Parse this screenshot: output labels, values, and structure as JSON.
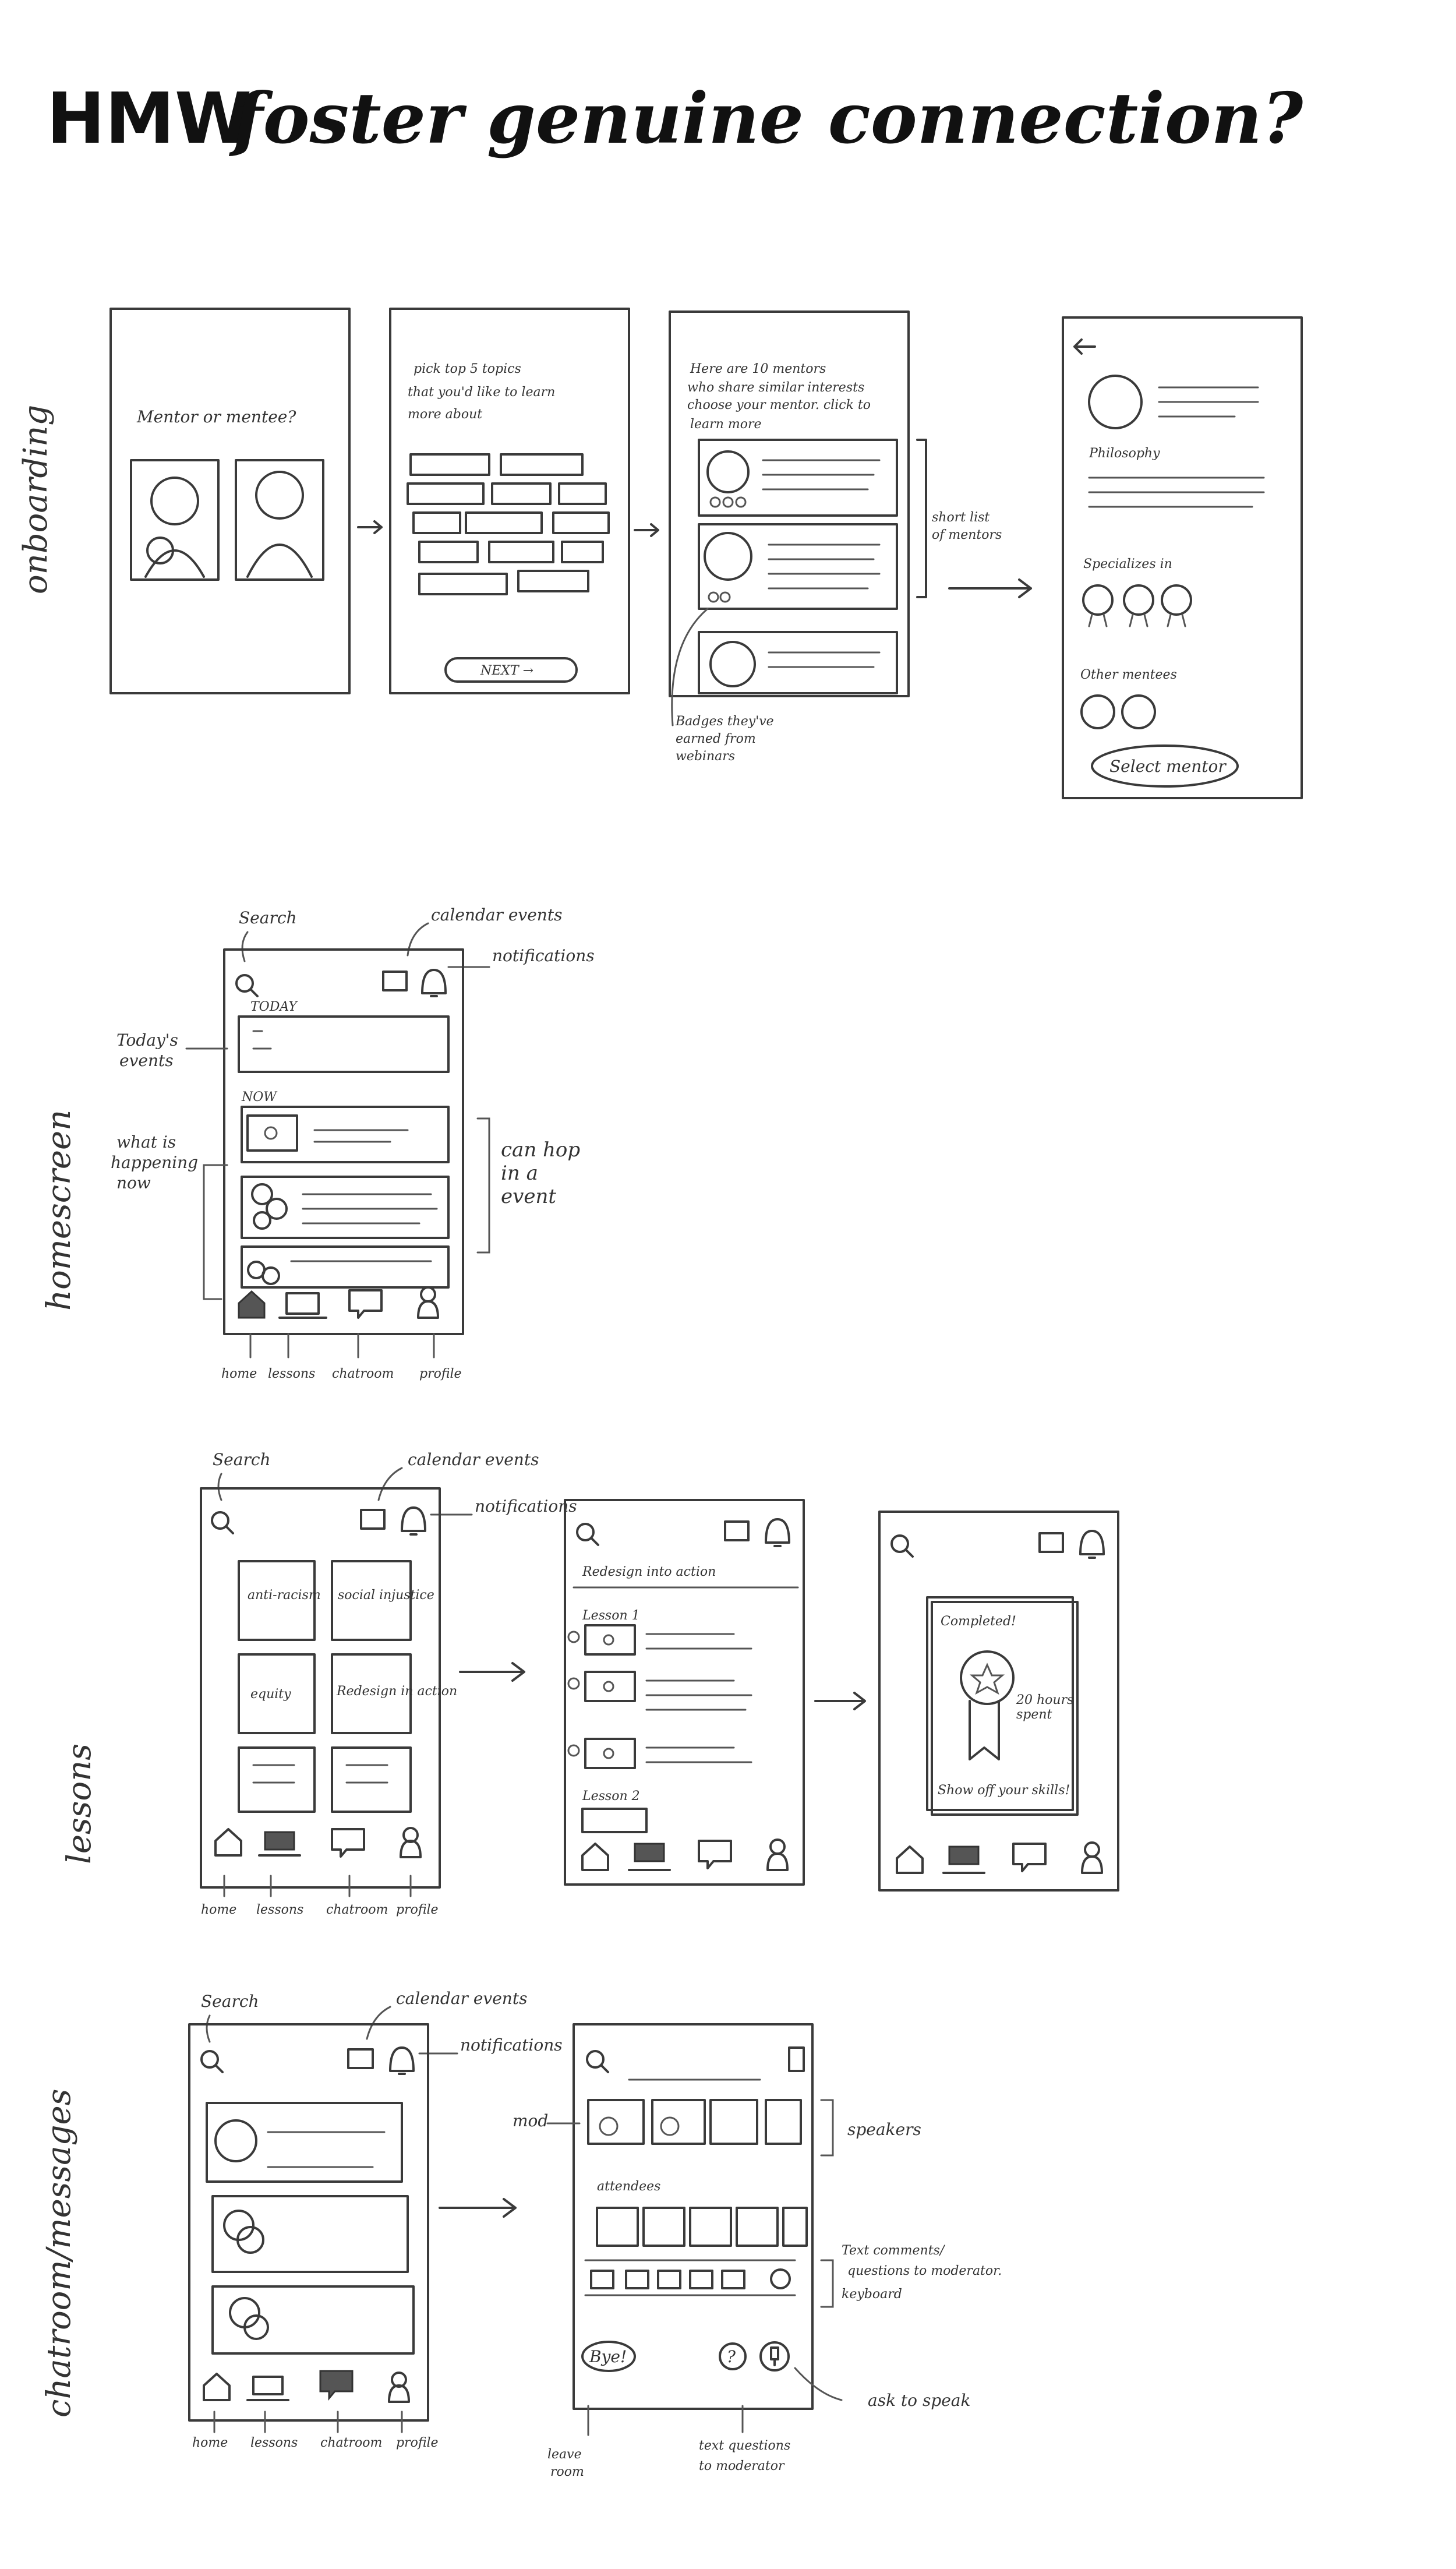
{
  "title": {
    "prefix": "HMW",
    "rest": "foster genuine connection?"
  },
  "sections": {
    "onboarding": "onboarding",
    "homescreen": "homescreen",
    "lessons": "lessons",
    "chatroom": "chatroom/messages"
  },
  "onboarding": {
    "screen1_question": "Mentor or mentee?",
    "screen2_prompt": "pick top 5 topics that you'd like to learn more about",
    "screen2_next": "NEXT →",
    "screen3_prompt": "Here are 10 mentors who share similar interests choose your mentor. click to learn more",
    "shortlist_note": "short list of mentors",
    "badges_note": "Badges they've earned from webinars",
    "profile_philosophy": "Philosophy",
    "profile_specializes": "Specializes in",
    "profile_other": "Other mentees",
    "profile_select": "Select mentor"
  },
  "homescreen": {
    "search": "Search",
    "calendar": "calendar events",
    "notifications": "notifications",
    "today_events": "Today's events",
    "today_label": "TODAY",
    "now_label": "NOW",
    "happening_now": "what is happening now",
    "can_hop": "can hop in a event",
    "nav": [
      "home",
      "lessons",
      "chatroom",
      "profile"
    ]
  },
  "lessons": {
    "search": "Search",
    "calendar": "calendar events",
    "notifications": "notifications",
    "tiles": [
      "anti-racism",
      "social injustice",
      "equity",
      "Redesign in action"
    ],
    "detail_title": "Redesign into action",
    "lesson1": "Lesson 1",
    "lesson2": "Lesson 2",
    "completed": "Completed!",
    "hours": "20 hours spent",
    "show_off": "Show off your skills!",
    "nav": [
      "home",
      "lessons",
      "chatroom",
      "profile"
    ]
  },
  "chatroom": {
    "search": "Search",
    "calendar": "calendar events",
    "notifications": "notifications",
    "mod": "mod",
    "speakers": "speakers",
    "attendees": "attendees",
    "text_comments": "Text comments/ questions to moderator. keyboard",
    "bye": "Bye!",
    "leave_room": "leave room",
    "text_questions": "text questions to moderator",
    "ask_to_speak": "ask to speak",
    "nav": [
      "home",
      "lessons",
      "chatroom",
      "profile"
    ]
  }
}
